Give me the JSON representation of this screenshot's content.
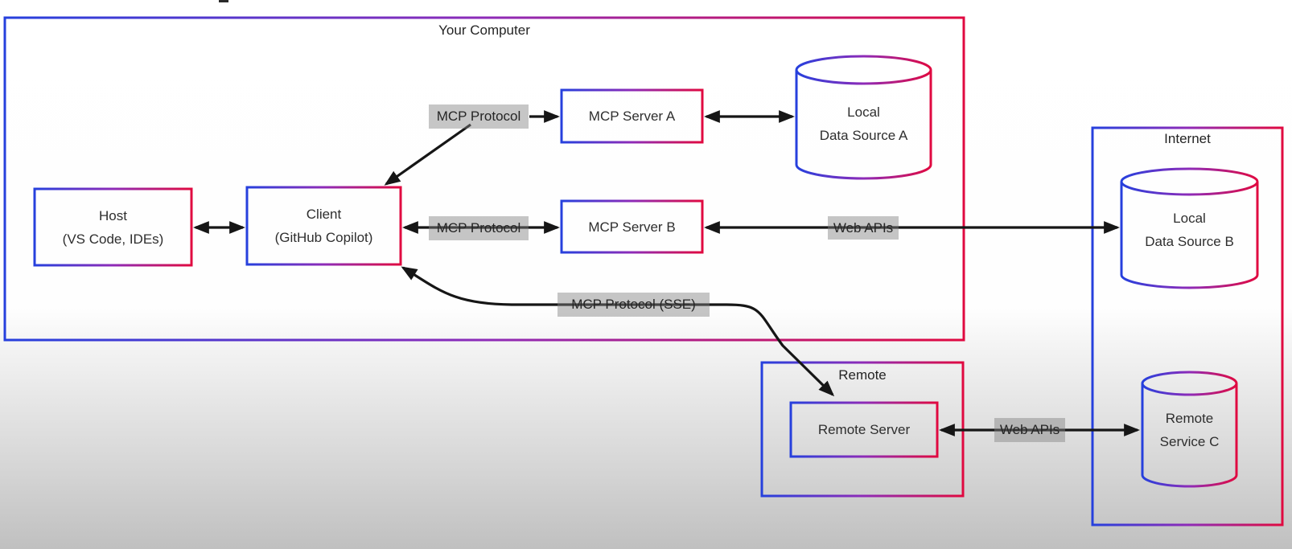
{
  "diagram_title": "MCP architecture diagram",
  "colors": {
    "border_gradient_left": "#2640dd",
    "border_gradient_mid": "#8d2bb8",
    "border_gradient_right": "#e00940",
    "arrow": "#161616",
    "edge_label_bg_gray": "#c6c6c6",
    "text": "#2e2e2e",
    "background_bottom_gray": "#c0c0c0"
  },
  "containers": [
    {
      "id": "your-computer",
      "title": "Your Computer"
    },
    {
      "id": "internet",
      "title": "Internet"
    },
    {
      "id": "remote",
      "title": "Remote"
    }
  ],
  "nodes": [
    {
      "id": "host",
      "lines": [
        "Host",
        "(VS Code, IDEs)"
      ]
    },
    {
      "id": "client",
      "lines": [
        "Client",
        "(GitHub Copilot)"
      ]
    },
    {
      "id": "mcp-server-a",
      "lines": [
        "MCP Server A"
      ]
    },
    {
      "id": "mcp-server-b",
      "lines": [
        "MCP Server B"
      ]
    },
    {
      "id": "remote-server",
      "lines": [
        "Remote Server"
      ]
    }
  ],
  "datastores": [
    {
      "id": "local-data-source-a",
      "lines": [
        "Local",
        "Data Source A"
      ]
    },
    {
      "id": "local-data-source-b",
      "lines": [
        "Local",
        "Data Source B"
      ]
    },
    {
      "id": "remote-service-c",
      "lines": [
        "Remote",
        "Service C"
      ]
    }
  ],
  "edge_labels": [
    {
      "id": "mcp-protocol-a",
      "text": "MCP Protocol"
    },
    {
      "id": "mcp-protocol-b",
      "text": "MCP Protocol"
    },
    {
      "id": "web-apis-b",
      "text": "Web APIs"
    },
    {
      "id": "mcp-protocol-sse",
      "text": "MCP Protocol (SSE)"
    },
    {
      "id": "web-apis-c",
      "text": "Web APIs"
    }
  ]
}
